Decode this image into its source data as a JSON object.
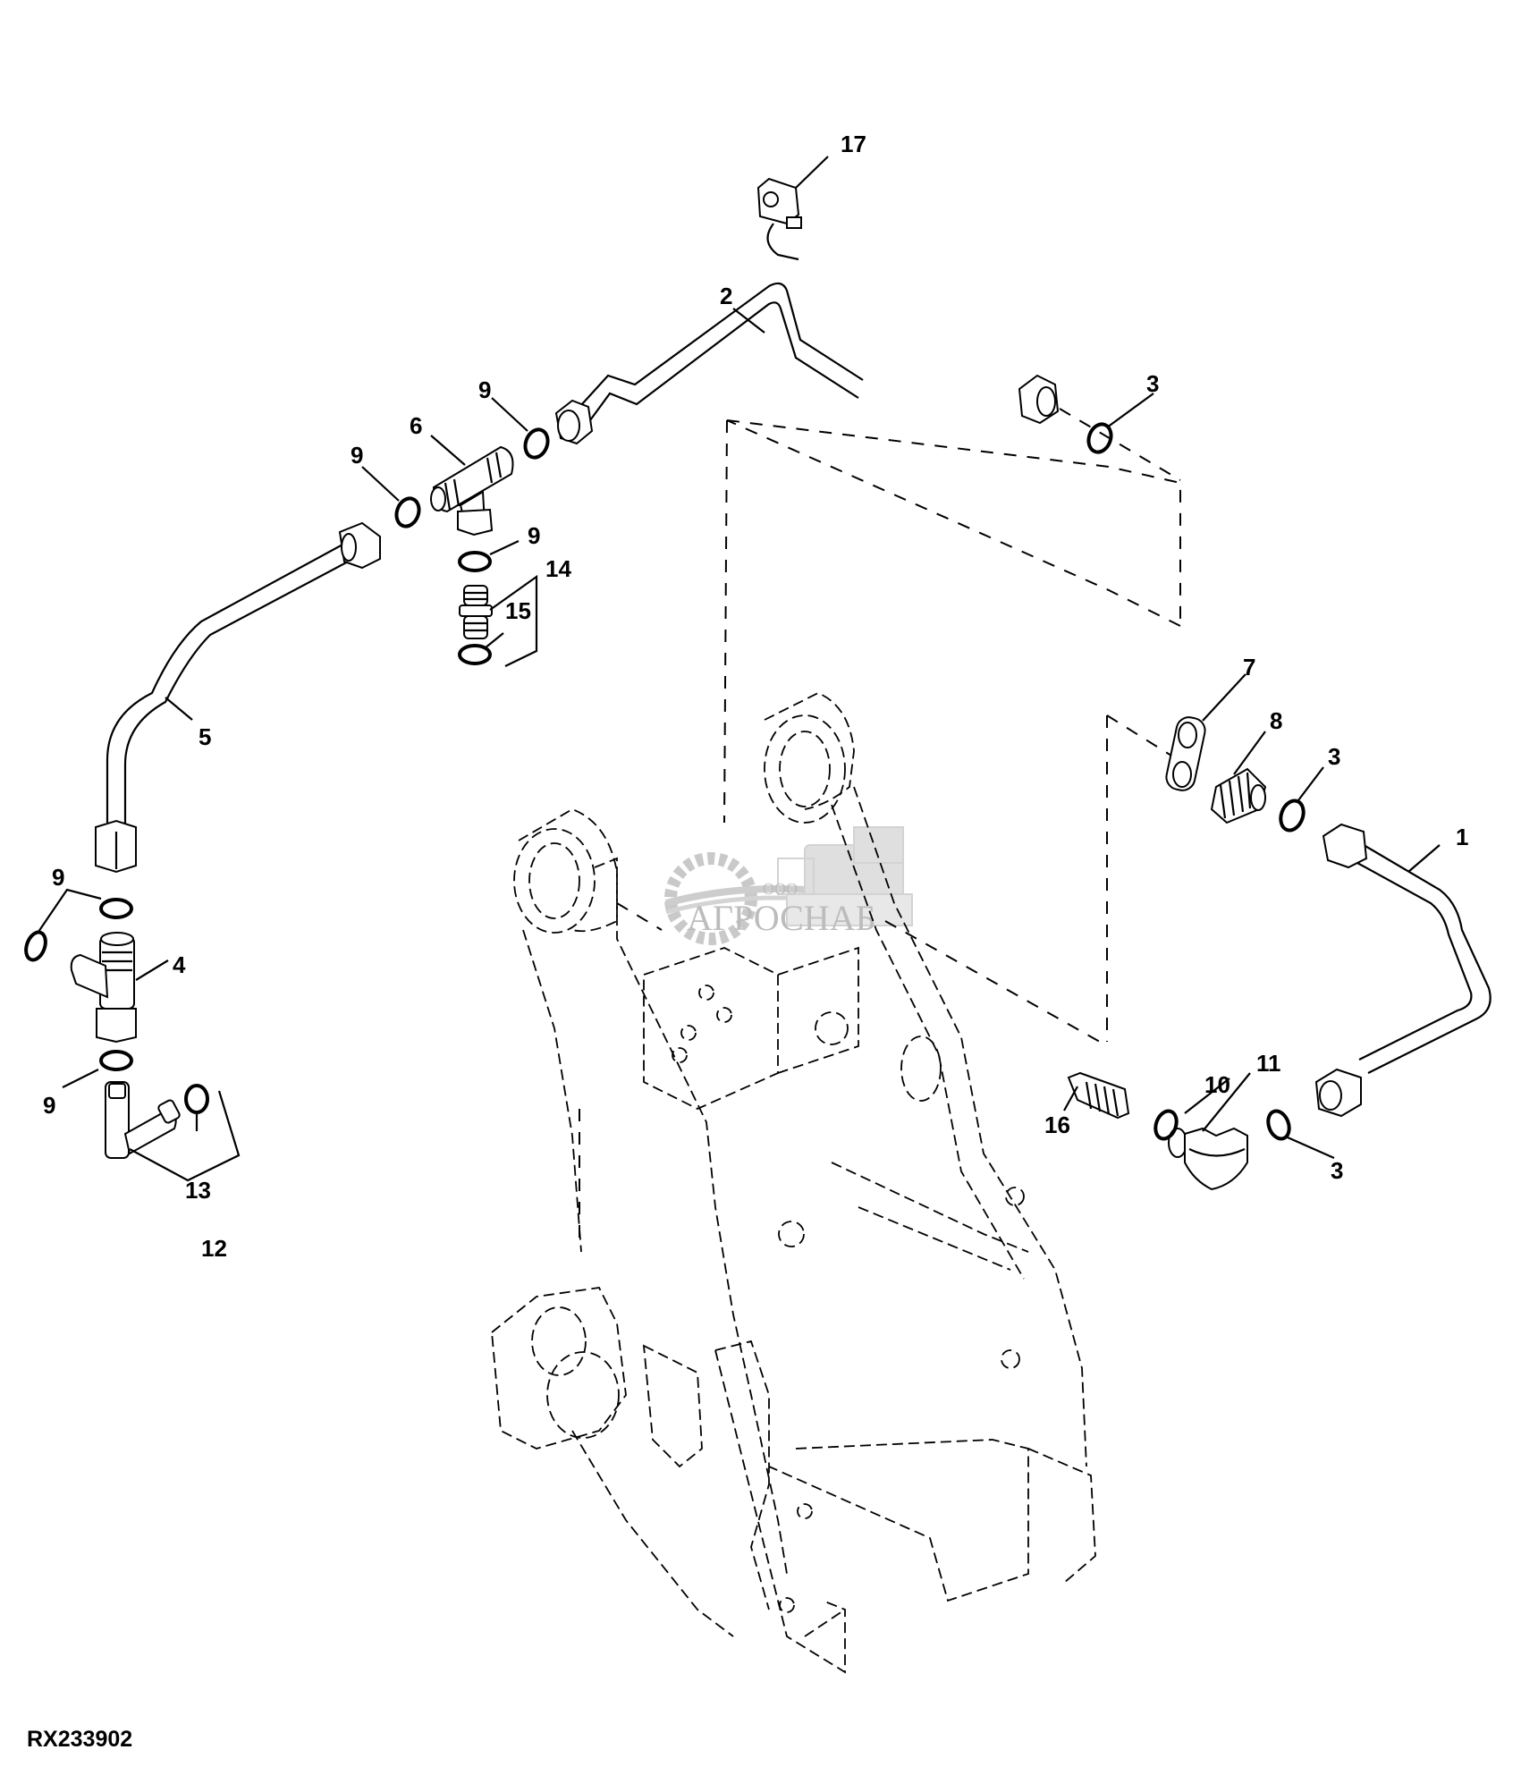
{
  "figure_id": "RX233902",
  "watermark": {
    "prefix": "ООО",
    "name": "АГРОСНАБ"
  },
  "callouts": [
    {
      "id": "c1",
      "label": "1"
    },
    {
      "id": "c2",
      "label": "2"
    },
    {
      "id": "c3a",
      "label": "3"
    },
    {
      "id": "c3b",
      "label": "3"
    },
    {
      "id": "c3c",
      "label": "3"
    },
    {
      "id": "c4",
      "label": "4"
    },
    {
      "id": "c5",
      "label": "5"
    },
    {
      "id": "c6",
      "label": "6"
    },
    {
      "id": "c7",
      "label": "7"
    },
    {
      "id": "c8",
      "label": "8"
    },
    {
      "id": "c9a",
      "label": "9"
    },
    {
      "id": "c9b",
      "label": "9"
    },
    {
      "id": "c9c",
      "label": "9"
    },
    {
      "id": "c9d",
      "label": "9"
    },
    {
      "id": "c9e",
      "label": "9"
    },
    {
      "id": "c10",
      "label": "10"
    },
    {
      "id": "c11",
      "label": "11"
    },
    {
      "id": "c12",
      "label": "12"
    },
    {
      "id": "c13",
      "label": "13"
    },
    {
      "id": "c14",
      "label": "14"
    },
    {
      "id": "c15",
      "label": "15"
    },
    {
      "id": "c16",
      "label": "16"
    },
    {
      "id": "c17",
      "label": "17"
    }
  ],
  "colors": {
    "line": "#000000",
    "background": "#ffffff",
    "watermark": "#b5b5b5"
  }
}
